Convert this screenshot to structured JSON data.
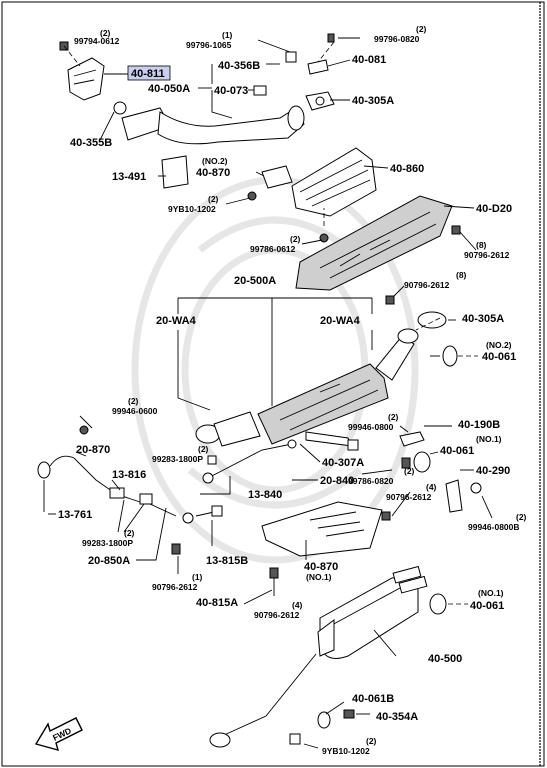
{
  "diagram": {
    "callouts": {
      "p99794_0612": {
        "code": "99794-0612",
        "qty": "(2)"
      },
      "p40_811": {
        "code": "40-811"
      },
      "p40_355B": {
        "code": "40-355B"
      },
      "p99796_1065": {
        "code": "99796-1065",
        "qty": "(1)"
      },
      "p40_356B": {
        "code": "40-356B"
      },
      "p40_050A": {
        "code": "40-050A"
      },
      "p40_073": {
        "code": "40-073"
      },
      "p99796_0820": {
        "code": "99796-0820",
        "qty": "(2)"
      },
      "p40_081": {
        "code": "40-081"
      },
      "p40_305A_top": {
        "code": "40-305A"
      },
      "p40_870_no2": {
        "code": "40-870",
        "qty": "(NO.2)"
      },
      "p13_491": {
        "code": "13-491"
      },
      "p9YB10_1202_top": {
        "code": "9YB10-1202",
        "qty": "(2)"
      },
      "p40_860": {
        "code": "40-860"
      },
      "p40_D20": {
        "code": "40-D20"
      },
      "p99786_0612": {
        "code": "99786-0612",
        "qty": "(2)"
      },
      "p90796_2612_a": {
        "code": "90796-2612",
        "qty": "(8)"
      },
      "p90796_2612_b": {
        "code": "90796-2612",
        "qty": "(8)"
      },
      "p20_500A": {
        "code": "20-500A"
      },
      "p20_WA4_left": {
        "code": "20-WA4"
      },
      "p20_WA4_right": {
        "code": "20-WA4"
      },
      "p40_305A_mid": {
        "code": "40-305A"
      },
      "p40_061_no2": {
        "code": "40-061",
        "qty": "(NO.2)"
      },
      "p99946_0600": {
        "code": "99946-0600",
        "qty": "(2)"
      },
      "p99946_0800": {
        "code": "99946-0800",
        "qty": "(2)"
      },
      "p40_190B": {
        "code": "40-190B"
      },
      "p40_061_no1a": {
        "code": "40-061",
        "qty": "(NO.1)"
      },
      "p20_870": {
        "code": "20-870"
      },
      "p99283_1800P_a": {
        "code": "99283-1800P",
        "qty": "(2)"
      },
      "p40_307A": {
        "code": "40-307A"
      },
      "p40_290": {
        "code": "40-290"
      },
      "p13_816": {
        "code": "13-816"
      },
      "p99786_0820": {
        "code": "99786-0820",
        "qty": "(2)"
      },
      "p20_840": {
        "code": "20-840"
      },
      "p13_840": {
        "code": "13-840"
      },
      "p90796_2612_c": {
        "code": "90796-2612",
        "qty": "(4)"
      },
      "p13_761": {
        "code": "13-761"
      },
      "p99946_0800B": {
        "code": "99946-0800B",
        "qty": "(2)"
      },
      "p99283_1800P_b": {
        "code": "99283-1800P",
        "qty": "(2)"
      },
      "p20_850A": {
        "code": "20-850A"
      },
      "p13_815B": {
        "code": "13-815B"
      },
      "p40_870_no1": {
        "code": "40-870",
        "qty": "(NO.1)"
      },
      "p90796_2612_d": {
        "code": "90796-2612",
        "qty": "(1)"
      },
      "p40_815A": {
        "code": "40-815A"
      },
      "p90796_2612_e": {
        "code": "90796-2612",
        "qty": "(4)"
      },
      "p40_061_no1b": {
        "code": "40-061",
        "qty": "(NO.1)"
      },
      "p40_500": {
        "code": "40-500"
      },
      "p40_061B": {
        "code": "40-061B"
      },
      "p40_354A": {
        "code": "40-354A"
      },
      "p9YB10_1202_bot": {
        "code": "9YB10-1202",
        "qty": "(2)"
      }
    },
    "fwd_label": "FWD",
    "highlight_color": "#c9cfee"
  }
}
